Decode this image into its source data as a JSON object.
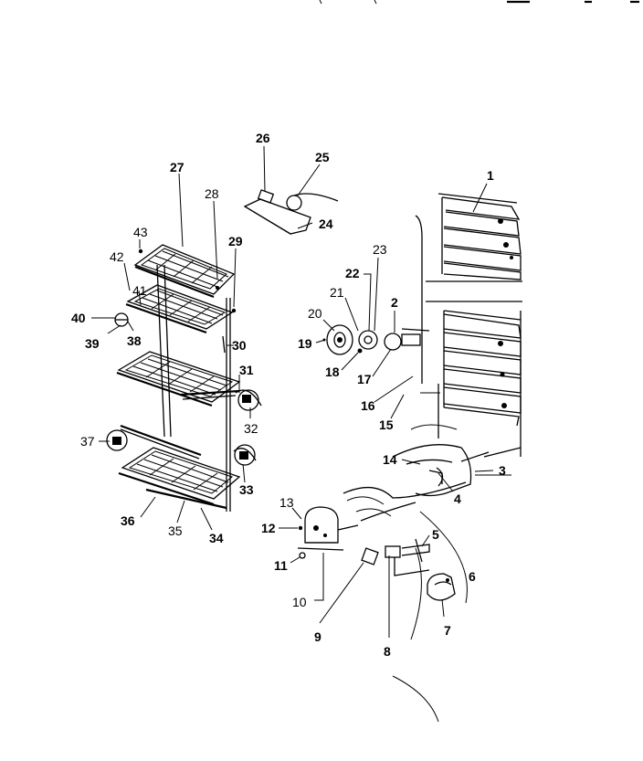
{
  "labels": {
    "p1": "1",
    "p2": "2",
    "p3": "3",
    "p4": "4",
    "p5": "5",
    "p6": "6",
    "p7": "7",
    "p8": "8",
    "p9": "9",
    "p10": "10",
    "p11": "11",
    "p12": "12",
    "p13": "13",
    "p14": "14",
    "p15": "15",
    "p16": "16",
    "p17": "17",
    "p18": "18",
    "p19": "19",
    "p20": "20",
    "p21": "21",
    "p22": "22",
    "p23": "23",
    "p24": "24",
    "p25": "25",
    "p26": "26",
    "p27": "27",
    "p28": "28",
    "p29": "29",
    "p30": "30",
    "p31": "31",
    "p32": "32",
    "p33": "33",
    "p34": "34",
    "p35": "35",
    "p36": "36",
    "p37": "37",
    "p38": "38",
    "p39": "39",
    "p40": "40",
    "p41": "41",
    "p42": "42",
    "p43": "43"
  }
}
